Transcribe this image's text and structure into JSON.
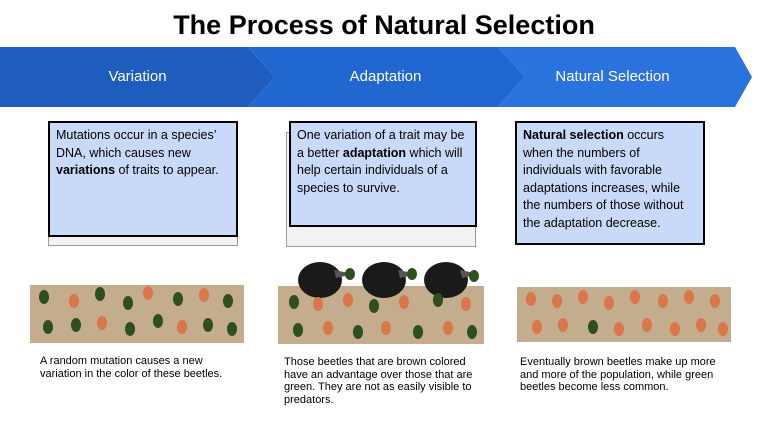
{
  "title": "The Process of Natural Selection",
  "stages": [
    {
      "label": "Variation",
      "color": "#1e5dbd"
    },
    {
      "label": "Adaptation",
      "color": "#2167d0"
    },
    {
      "label": "Natural Selection",
      "color": "#2a73df"
    }
  ],
  "cards": [
    {
      "pre": "Mutations occur in a species’ DNA, which causes new ",
      "bold": "variations",
      "post": " of traits to appear."
    },
    {
      "pre": "One variation of a trait may be a better ",
      "bold": "adaptation",
      "post": " which will help certain individuals of a species to survive."
    },
    {
      "bold": "Natural selection",
      "post": " occurs when the numbers of individuals with favorable adaptations increases, while the numbers of those without the adaptation decrease."
    }
  ],
  "captions": [
    "A random mutation causes a new variation in the color of these beetles.",
    "Those beetles that are brown colored have an advantage over those that are green.  They are not as easily visible to predators.",
    "Eventually brown beetles make up more and more of the population, while green beetles become less common."
  ],
  "images": [
    {
      "icon": "beetle-mixed-population-image"
    },
    {
      "icon": "birds-eating-green-beetles-image"
    },
    {
      "icon": "brown-beetle-population-image"
    }
  ]
}
